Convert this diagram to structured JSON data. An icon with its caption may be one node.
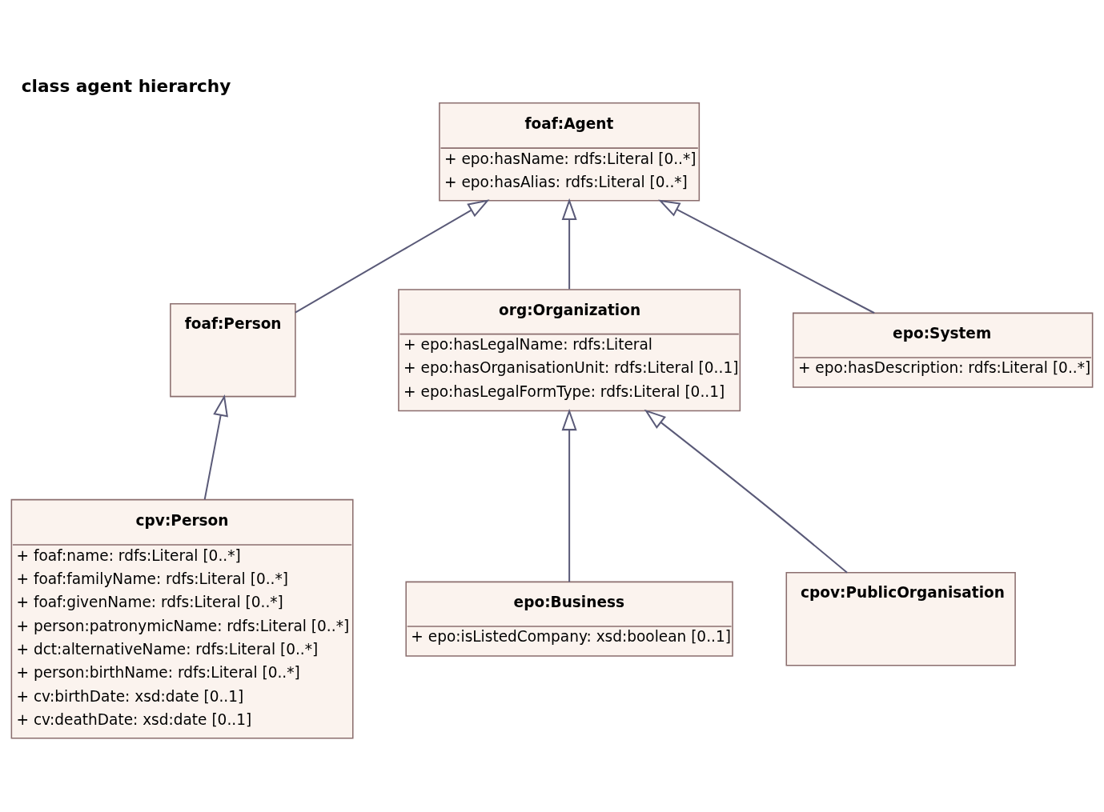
{
  "diagram": {
    "title": "class agent hierarchy",
    "nodes": [
      {
        "text": [
          "foaf:Agent",
          "+ epo:hasName: rdfs:Literal [0..*]",
          "+ epo:hasAlias: rdfs:Literal [0..*]"
        ]
      },
      {
        "text": [
          "foaf:Person"
        ]
      },
      {
        "text": [
          "org:Organization",
          "+ epo:hasLegalName: rdfs:Literal",
          "+ epo:hasOrganisationUnit: rdfs:Literal [0..1]",
          "+ epo:hasLegalFormType: rdfs:Literal [0..1]"
        ]
      },
      {
        "text": [
          "epo:System",
          "+ epo:hasDescription: rdfs:Literal [0..*]"
        ]
      },
      {
        "text": [
          "cpv:Person",
          "+ foaf:name: rdfs:Literal [0..*]",
          "+ foaf:familyName: rdfs:Literal [0..*]",
          "+ foaf:givenName: rdfs:Literal [0..*]",
          "+ person:patronymicName: rdfs:Literal [0..*]",
          "+ dct:alternativeName: rdfs:Literal [0..*]",
          "+ person:birthName: rdfs:Literal [0..*]",
          "+ cv:birthDate: xsd:date [0..1]",
          "+ cv:deathDate: xsd:date [0..1]"
        ]
      },
      {
        "text": [
          "epo:Business",
          "+ epo:isListedCompany: xsd:boolean [0..1]"
        ]
      },
      {
        "text": [
          "cpov:PublicOrganisation"
        ]
      }
    ],
    "edges": [
      {
        "from": 1,
        "to": 0,
        "arrow": "to"
      },
      {
        "from": 2,
        "to": 0,
        "arrow": "to"
      },
      {
        "from": 3,
        "to": 0,
        "arrow": "to"
      },
      {
        "from": 4,
        "to": 1,
        "arrow": "to"
      },
      {
        "from": 5,
        "to": 2,
        "arrow": "to"
      },
      {
        "from": 6,
        "to": 2,
        "arrow": "to"
      }
    ]
  }
}
